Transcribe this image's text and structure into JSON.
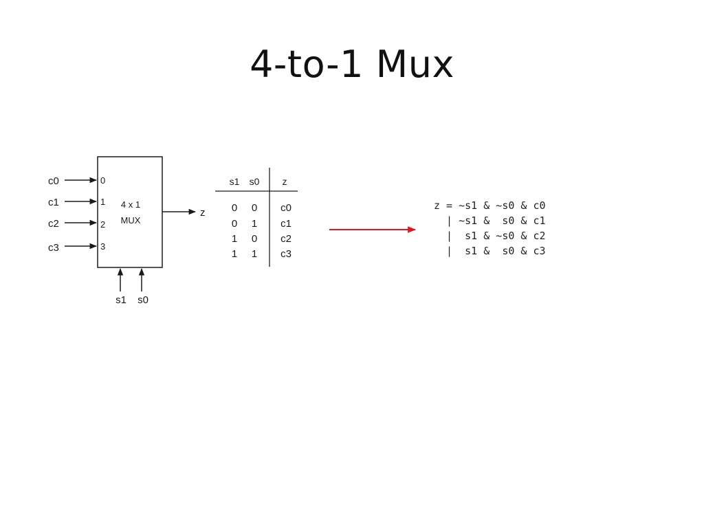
{
  "slide": {
    "title": "4-to-1 Mux"
  },
  "mux": {
    "inputs": [
      "c0",
      "c1",
      "c2",
      "c3"
    ],
    "port_numbers": [
      "0",
      "1",
      "2",
      "3"
    ],
    "label_line1": "4 x 1",
    "label_line2": "MUX",
    "output": "z",
    "selects": [
      "s1",
      "s0"
    ]
  },
  "truth_table": {
    "headers": [
      "s1",
      "s0",
      "z"
    ],
    "rows": [
      [
        "0",
        "0",
        "c0"
      ],
      [
        "0",
        "1",
        "c1"
      ],
      [
        "1",
        "0",
        "c2"
      ],
      [
        "1",
        "1",
        "c3"
      ]
    ]
  },
  "arrow_color": "#e8141b",
  "expression": {
    "lines": [
      "z = ~s1 & ~s0 & c0",
      "  | ~s1 &  s0 & c1",
      "  |  s1 & ~s0 & c2",
      "  |  s1 &  s0 & c3"
    ]
  }
}
